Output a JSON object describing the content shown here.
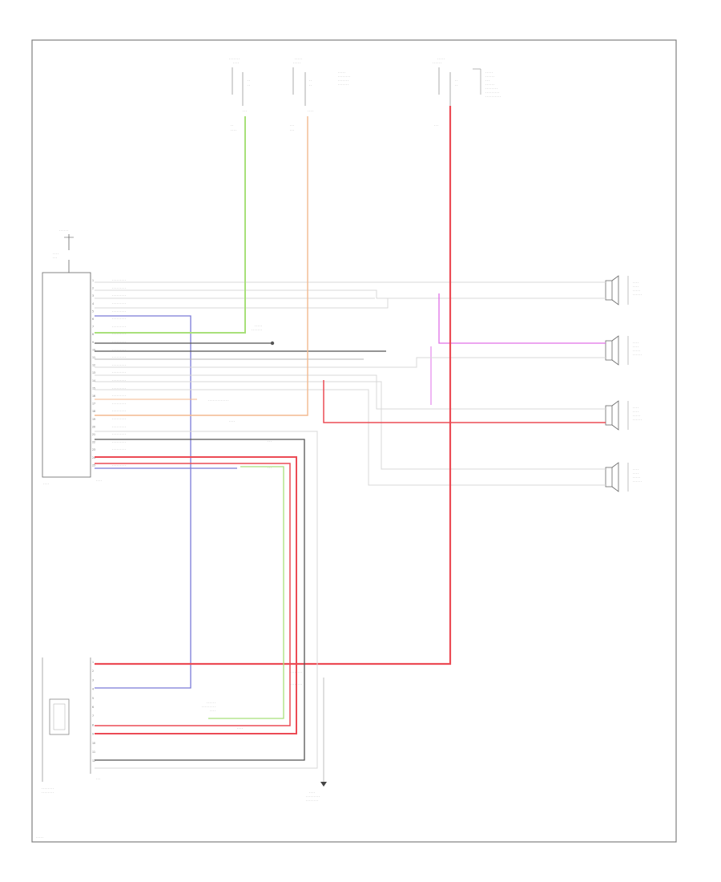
{
  "wire_colors": {
    "red": "#ec4b55",
    "green": "#a8e07a",
    "orange": "#f3b98f",
    "blue": "#7b7bd8",
    "magenta": "#e070e8",
    "dark_gray": "#555555",
    "gray": "#b8b8b8",
    "light_gray": "#d8d8d8",
    "frame": "#808080"
  },
  "fuse_blocks": [
    {
      "id": "fuse-left"
    },
    {
      "id": "fuse-middle"
    },
    {
      "id": "fuse-right"
    }
  ],
  "radio": {
    "pins": [
      {
        "n": 1
      },
      {
        "n": 2
      },
      {
        "n": 3
      },
      {
        "n": 4
      },
      {
        "n": 5
      },
      {
        "n": 6
      },
      {
        "n": 7
      },
      {
        "n": 8
      },
      {
        "n": 9
      },
      {
        "n": 10
      },
      {
        "n": 11
      },
      {
        "n": 12
      },
      {
        "n": 13
      },
      {
        "n": 14
      },
      {
        "n": 15
      },
      {
        "n": 16
      },
      {
        "n": 17
      },
      {
        "n": 18
      },
      {
        "n": 19
      },
      {
        "n": 20
      },
      {
        "n": 21
      },
      {
        "n": 22
      },
      {
        "n": 23
      },
      {
        "n": 24
      },
      {
        "n": 25
      }
    ]
  },
  "speakers": [
    {
      "id": "speaker-left-front"
    },
    {
      "id": "speaker-left-rear"
    },
    {
      "id": "speaker-right-front"
    },
    {
      "id": "speaker-right-rear"
    }
  ],
  "subwoofer": {
    "pins": [
      {
        "n": 1
      },
      {
        "n": 2
      },
      {
        "n": 3
      },
      {
        "n": 4
      },
      {
        "n": 5
      },
      {
        "n": 6
      },
      {
        "n": 7
      },
      {
        "n": 8
      },
      {
        "n": 9
      },
      {
        "n": 10
      },
      {
        "n": 11
      },
      {
        "n": 12
      }
    ]
  }
}
